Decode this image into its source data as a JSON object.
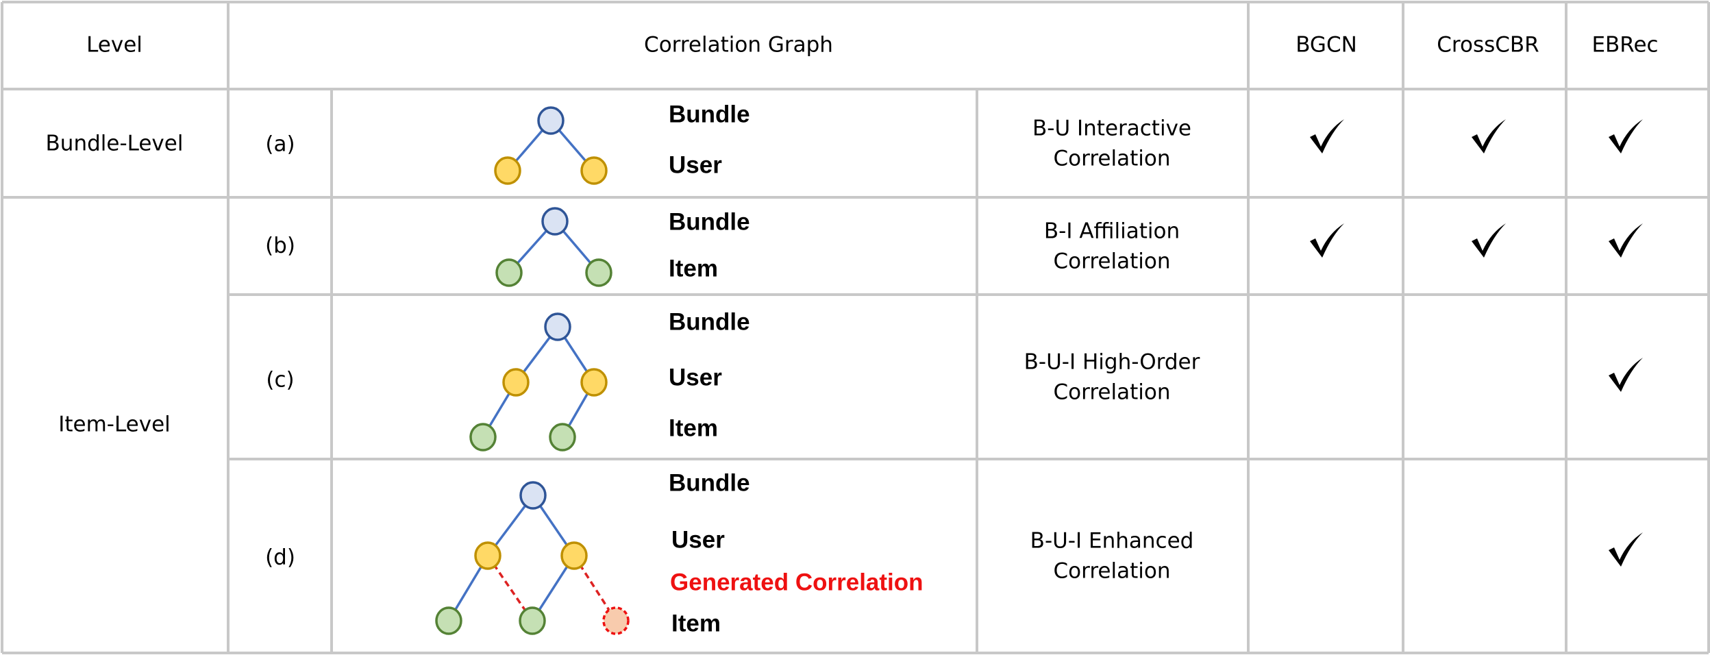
{
  "header": {
    "level": "Level",
    "graph": "Correlation Graph",
    "methods": [
      "BGCN",
      "CrossCBR",
      "EBRec"
    ]
  },
  "levels": [
    "Bundle-Level",
    "Item-Level"
  ],
  "rows": [
    {
      "id": "(a)",
      "nodes": {
        "top": "Bundle",
        "mid": "User"
      },
      "description": [
        "B-U Interactive",
        "Correlation"
      ],
      "checks": {
        "BGCN": true,
        "CrossCBR": true,
        "EBRec": true
      }
    },
    {
      "id": "(b)",
      "nodes": {
        "top": "Bundle",
        "mid": "Item"
      },
      "description": [
        "B-I Affiliation",
        "Correlation"
      ],
      "checks": {
        "BGCN": true,
        "CrossCBR": true,
        "EBRec": true
      }
    },
    {
      "id": "(c)",
      "nodes": {
        "top": "Bundle",
        "mid": "User",
        "bottom": "Item"
      },
      "description": [
        "B-U-I High-Order",
        "Correlation"
      ],
      "checks": {
        "BGCN": false,
        "CrossCBR": false,
        "EBRec": true
      }
    },
    {
      "id": "(d)",
      "nodes": {
        "top": "Bundle",
        "mid": "User",
        "generated": "Generated Correlation",
        "bottom": "Item"
      },
      "description": [
        "B-U-I Enhanced",
        "Correlation"
      ],
      "checks": {
        "BGCN": false,
        "CrossCBR": false,
        "EBRec": true
      }
    }
  ],
  "colors": {
    "grid": "#c8c8c8",
    "edge": "#4472c4",
    "generated_edge": "#dd2222",
    "bundle_fill": "#dae3f3",
    "bundle_stroke": "#2f5597",
    "user_fill": "#ffd966",
    "user_stroke": "#bf9000",
    "item_fill": "#c5e0b4",
    "item_stroke": "#548235",
    "generated_fill": "#f8cbad",
    "generated_stroke": "#ee1111",
    "highlight_text": "#ee1111"
  }
}
